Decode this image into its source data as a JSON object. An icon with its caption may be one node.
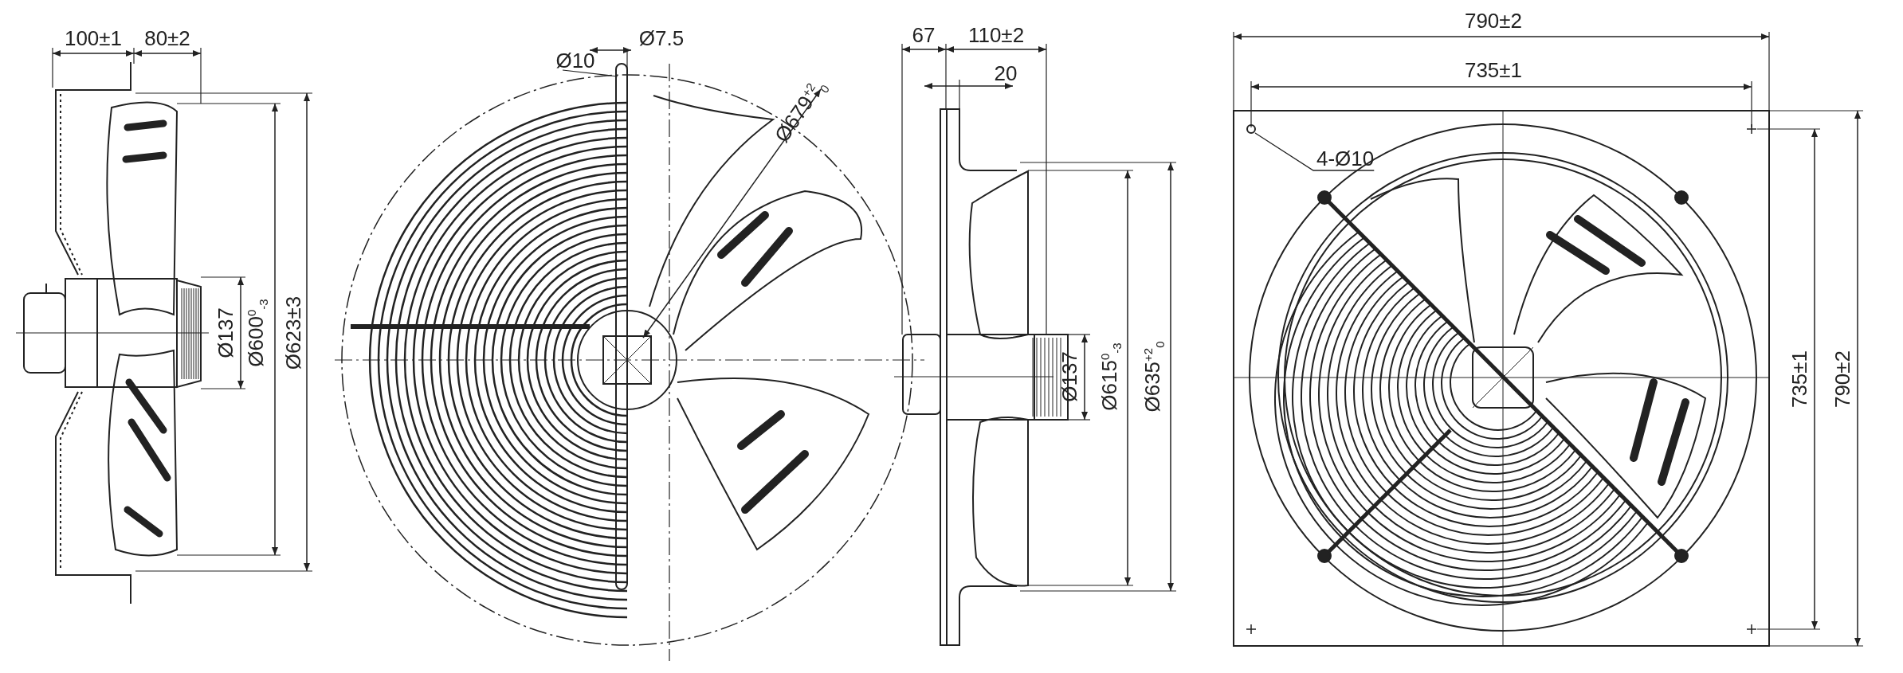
{
  "diagram": {
    "nodes": [
      {
        "text": [
          "4-Ø10"
        ]
      },
      {
        "text": [],
        "shape": "circle"
      }
    ],
    "edges": [
      {
        "from": 0,
        "to": 1,
        "arrow": "none"
      }
    ],
    "labels": [
      "100±1",
      "80±2",
      "Ø137",
      "Ø600$^{0}$$_{-3}$",
      "Ø623±3",
      "Ø10",
      "Ø7.5",
      "Ø679$^{+2}$$_{0}$",
      "67",
      "110±2",
      "20",
      "Ø137",
      "Ø615$^{0}$$_{-3}$",
      "Ø635$^{+2}$$_{0}$",
      "790±2",
      "735±1",
      "735±1",
      "790±2"
    ]
  }
}
